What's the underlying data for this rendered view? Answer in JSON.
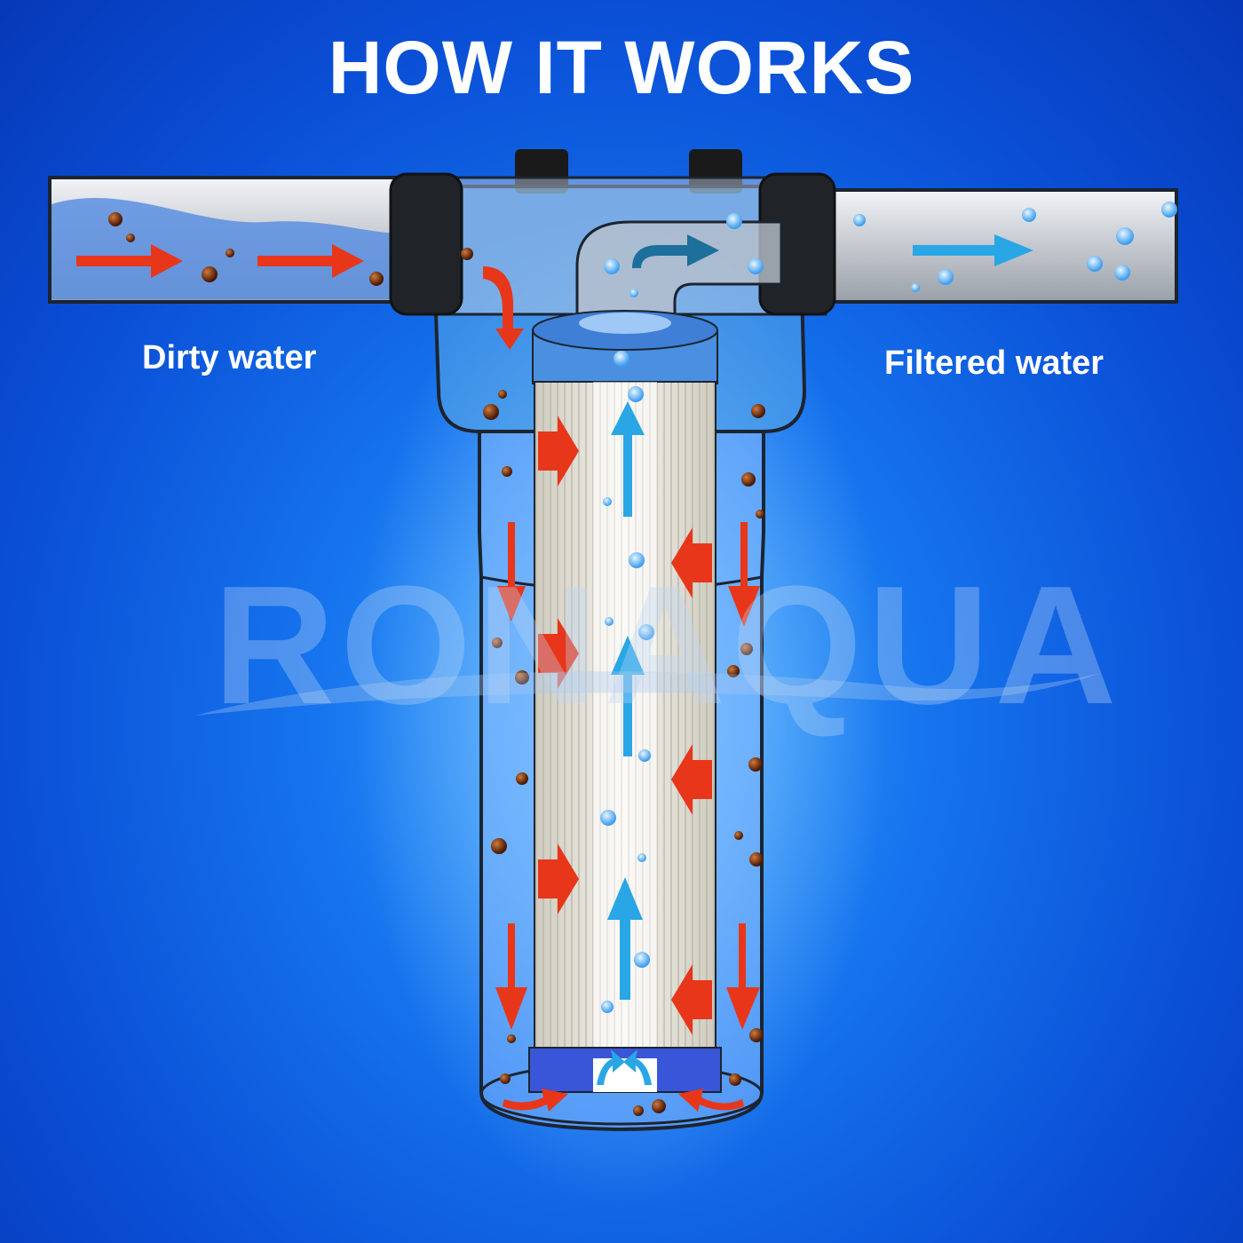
{
  "title": "HOW IT WORKS",
  "labels": {
    "dirty": "Dirty water",
    "filtered": "Filtered water"
  },
  "watermark": "RONAQUA",
  "colors": {
    "background": "#1674ee",
    "dirty_flow_arrow": "#e8361a",
    "clean_flow_arrow": "#29a6e6",
    "sediment": "#7a3410",
    "bubble": "#7cc8ff"
  }
}
